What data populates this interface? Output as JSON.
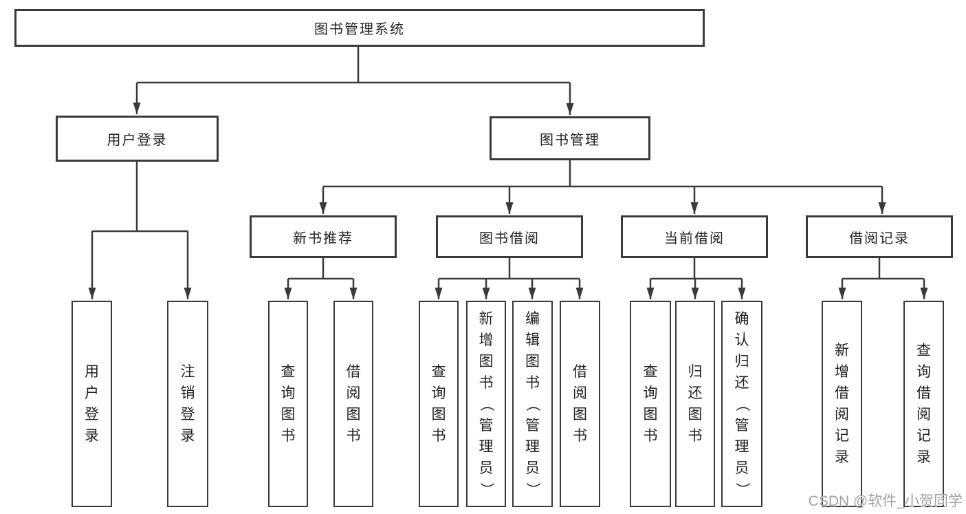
{
  "diagram_title": "图书管理系统",
  "nodes": [
    {
      "id": "root",
      "label": "图书管理系统",
      "level": 1,
      "parent": null
    },
    {
      "id": "user-login-group",
      "label": "用户登录",
      "level": 2,
      "parent": "图书管理系统"
    },
    {
      "id": "book-management",
      "label": "图书管理",
      "level": 2,
      "parent": "图书管理系统"
    },
    {
      "id": "new-book-recommend",
      "label": "新书推荐",
      "level": 3,
      "parent": "图书管理"
    },
    {
      "id": "book-borrowing",
      "label": "图书借阅",
      "level": 3,
      "parent": "图书管理"
    },
    {
      "id": "current-borrowing",
      "label": "当前借阅",
      "level": 3,
      "parent": "图书管理"
    },
    {
      "id": "borrow-records",
      "label": "借阅记录",
      "level": 3,
      "parent": "图书管理"
    },
    {
      "id": "user-login",
      "label": "用户登录",
      "level": 4,
      "parent": "用户登录"
    },
    {
      "id": "logout",
      "label": "注销登录",
      "level": 4,
      "parent": "用户登录"
    },
    {
      "id": "query-books-1",
      "label": "查询图书",
      "level": 4,
      "parent": "新书推荐"
    },
    {
      "id": "borrow-books-1",
      "label": "借阅图书",
      "level": 4,
      "parent": "新书推荐"
    },
    {
      "id": "query-books-2",
      "label": "查询图书",
      "level": 4,
      "parent": "图书借阅"
    },
    {
      "id": "add-book-admin",
      "label": "新增图书（管理员）",
      "level": 4,
      "parent": "图书借阅"
    },
    {
      "id": "edit-book-admin",
      "label": "编辑图书（管理员）",
      "level": 4,
      "parent": "图书借阅"
    },
    {
      "id": "borrow-books-2",
      "label": "借阅图书",
      "level": 4,
      "parent": "图书借阅"
    },
    {
      "id": "query-books-3",
      "label": "查询图书",
      "level": 4,
      "parent": "当前借阅"
    },
    {
      "id": "return-book",
      "label": "归还图书",
      "level": 4,
      "parent": "当前借阅"
    },
    {
      "id": "confirm-return-admin",
      "label": "确认归还（管理员）",
      "level": 4,
      "parent": "当前借阅"
    },
    {
      "id": "add-borrow-record",
      "label": "新增借阅记录",
      "level": 4,
      "parent": "借阅记录"
    },
    {
      "id": "query-borrow-record",
      "label": "查询借阅记录",
      "level": 4,
      "parent": "借阅记录"
    }
  ],
  "hierarchy": {
    "图书管理系统": [
      "用户登录",
      "图书管理"
    ],
    "用户登录": [
      "用户登录",
      "注销登录"
    ],
    "图书管理": [
      "新书推荐",
      "图书借阅",
      "当前借阅",
      "借阅记录"
    ],
    "新书推荐": [
      "查询图书",
      "借阅图书"
    ],
    "图书借阅": [
      "查询图书",
      "新增图书（管理员）",
      "编辑图书（管理员）",
      "借阅图书"
    ],
    "当前借阅": [
      "查询图书",
      "归还图书",
      "确认归还（管理员）"
    ],
    "借阅记录": [
      "新增借阅记录",
      "查询借阅记录"
    ]
  },
  "watermark": {
    "text": "CSDN @软件_小贺同学"
  },
  "colors": {
    "line": "#3a3a3a",
    "box_border": "#3a3a3a",
    "text": "#222222",
    "watermark": "#a3a3a3",
    "background": "#ffffff"
  }
}
